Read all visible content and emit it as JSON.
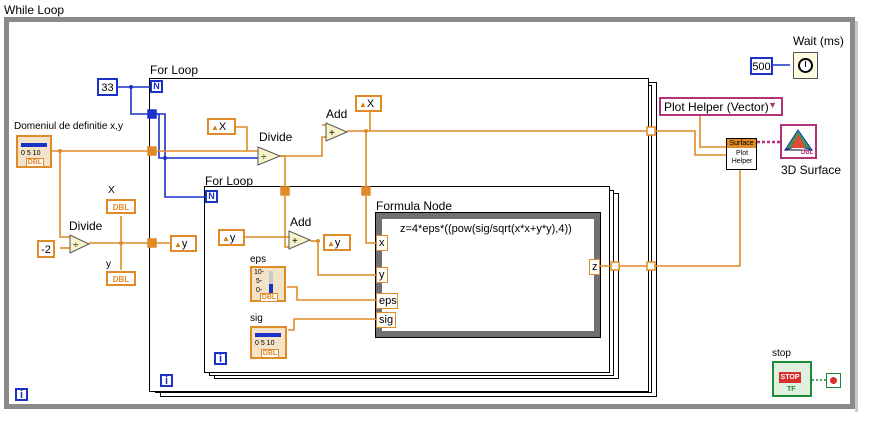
{
  "while_loop": {
    "label": "While Loop",
    "iteration_label": "i"
  },
  "wait": {
    "label": "Wait (ms)",
    "value": "500"
  },
  "outer_for": {
    "label": "For Loop",
    "count_value": "33",
    "count_terminal": "N",
    "iteration_label": "i"
  },
  "inner_for": {
    "label": "For Loop",
    "count_terminal": "N",
    "iteration_label": "i"
  },
  "domain_control": {
    "label": "Domeniul de definitie x,y",
    "type": "DBL"
  },
  "divide1": {
    "label": "Divide",
    "const": "-2"
  },
  "x_indicator": {
    "label": "X",
    "type": "DBL"
  },
  "y_indicator": {
    "label": "y",
    "type": "DBL"
  },
  "local_x_in": {
    "glyph": "▲",
    "name": "X"
  },
  "local_x_out": {
    "glyph": "▲",
    "name": "X"
  },
  "local_y_out1": {
    "glyph": "▲",
    "name": "y"
  },
  "local_y_in": {
    "glyph": "▲",
    "name": "y"
  },
  "local_y_out2": {
    "glyph": "▲",
    "name": "y"
  },
  "divide2": {
    "label": "Divide"
  },
  "add1": {
    "label": "Add"
  },
  "add2": {
    "label": "Add"
  },
  "eps_control": {
    "label": "eps",
    "type": "DBL",
    "scale_top": "10-",
    "scale_mid": "5-",
    "scale_bot": "0-"
  },
  "sig_control": {
    "label": "sig",
    "type": "DBL",
    "scale": "0 5 10"
  },
  "formula_node": {
    "label": "Formula Node",
    "expression": "z=4*eps*((pow(sig/sqrt(x*x+y*y),4))",
    "inputs": [
      "x",
      "y",
      "eps",
      "sig"
    ],
    "output": "z"
  },
  "plot_helper": {
    "selector": "Plot Helper (Vector)",
    "node_title": "Surface",
    "node_body": "Plot Helper"
  },
  "surface": {
    "label": "3D Surface",
    "icon_text": "DBL"
  },
  "stop": {
    "label": "stop",
    "button_text": "STOP",
    "type": "TF"
  }
}
